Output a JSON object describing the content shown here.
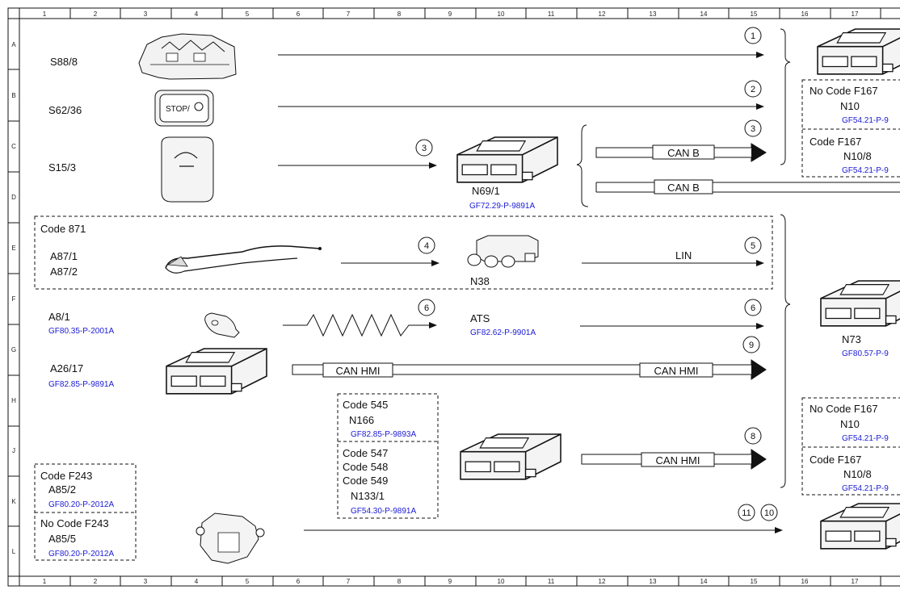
{
  "grid": {
    "cols": [
      "1",
      "2",
      "3",
      "4",
      "5",
      "6",
      "7",
      "8",
      "9",
      "10",
      "11",
      "12",
      "13",
      "14",
      "15",
      "16",
      "17"
    ],
    "rows": [
      "A",
      "B",
      "C",
      "D",
      "E",
      "F",
      "G",
      "H",
      "J",
      "K",
      "L"
    ]
  },
  "components": {
    "s88": "S88/8",
    "s62": "S62/36",
    "s15": "S15/3",
    "n69": "N69/1",
    "n69_ref": "GF72.29-P-9891A",
    "code871": "Code 871",
    "a87_1": "A87/1",
    "a87_2": "A87/2",
    "n38": "N38",
    "a8": "A8/1",
    "a8_ref": "GF80.35-P-2001A",
    "ats": "ATS",
    "ats_ref": "GF82.62-P-9901A",
    "a26": "A26/17",
    "a26_ref": "GF82.85-P-9891A",
    "n73": "N73",
    "n73_ref": "GF80.57-P-9",
    "stop_btn": "STOP/",
    "lin": "LIN"
  },
  "boxes": {
    "right_top": {
      "no_code": "No Code F167",
      "n10": "N10",
      "ref1": "GF54.21-P-9",
      "code": "Code F167",
      "n10_8": "N10/8",
      "ref2": "GF54.21-P-9"
    },
    "right_bottom": {
      "no_code": "No Code F167",
      "n10": "N10",
      "ref1": "GF54.21-P-9",
      "code": "Code F167",
      "n10_8": "N10/8",
      "ref2": "GF54.21-P-9"
    },
    "mid": {
      "code545": "Code 545",
      "n166": "N166",
      "n166_ref": "GF82.85-P-9893A",
      "code547": "Code 547",
      "code548": "Code 548",
      "code549": "Code 549",
      "n133": "N133/1",
      "n133_ref": "GF54.30-P-9891A"
    },
    "left": {
      "code_f243": "Code F243",
      "a85_2": "A85/2",
      "a85_2_ref": "GF80.20-P-2012A",
      "no_code_f243": "No Code F243",
      "a85_5": "A85/5",
      "a85_5_ref": "GF80.20-P-2012A"
    }
  },
  "buses": {
    "can_b_1": "CAN B",
    "can_b_2": "CAN B",
    "can_hmi_1": "CAN HMI",
    "can_hmi_2": "CAN HMI",
    "can_hmi_3": "CAN HMI"
  },
  "markers": {
    "m1": "1",
    "m2": "2",
    "m3a": "3",
    "m3b": "3",
    "m4": "4",
    "m5": "5",
    "m6a": "6",
    "m6b": "6",
    "m9": "9",
    "m8": "8",
    "m11": "11",
    "m10": "10"
  }
}
